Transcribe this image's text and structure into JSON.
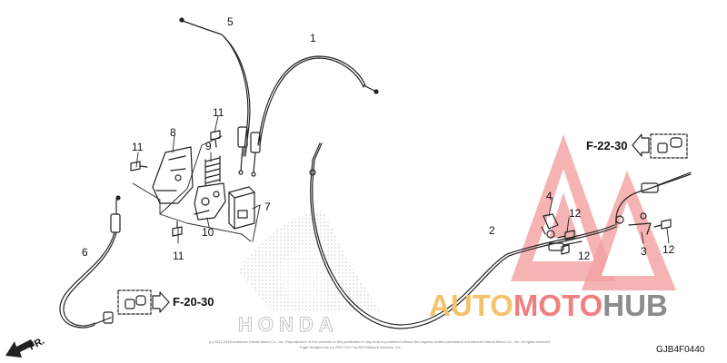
{
  "callouts": {
    "c1": "1",
    "c2": "2",
    "c3": "3",
    "c4": "4",
    "c5": "5",
    "c6": "6",
    "c7": "7",
    "c8": "8",
    "c9": "9",
    "c10": "10",
    "c11a": "11",
    "c11b": "11",
    "c11c": "11",
    "c12a": "12",
    "c12b": "12",
    "c12c": "12"
  },
  "refs": {
    "f2030": "F-20-30",
    "f2230": "F-22-30"
  },
  "direction_label": "FR.",
  "diagram_code": "GJB4F0440",
  "copyright": {
    "line1": "(c) 2012-2016 American Honda Motor Co., Inc. Reproduction of the contents of this publication in any form is prohibited without the express written permission of American Honda Motor Co., Inc. All rights reserved.",
    "line2": "Page designed by (c) 2007-2017 by ARI Network Services, Inc."
  },
  "watermark": {
    "part_a": "AUTO",
    "part_b": "MOTO",
    "part_c": "HUB"
  },
  "colors": {
    "line": "#222222",
    "watermark_red": "#f08080",
    "watermark_orange": "#f5c36c",
    "watermark_gray": "#8c8c8c",
    "honda_dots": "#c8c8c8"
  },
  "icons": {
    "brand": "honda-wing-logo",
    "watermark": "triangle-logo",
    "direction": "arrow-down-left-icon"
  }
}
